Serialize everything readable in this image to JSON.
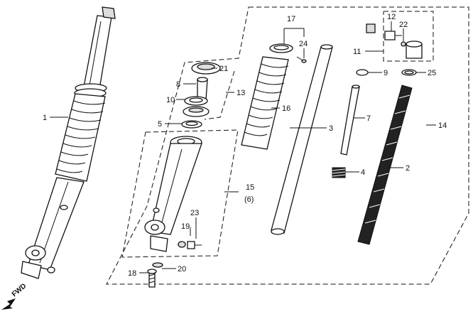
{
  "fwd_label": "FWD",
  "callouts": [
    {
      "id": "1",
      "text": "1"
    },
    {
      "id": "2",
      "text": "2"
    },
    {
      "id": "3",
      "text": "3"
    },
    {
      "id": "4",
      "text": "4"
    },
    {
      "id": "5",
      "text": "5"
    },
    {
      "id": "7",
      "text": "7"
    },
    {
      "id": "8",
      "text": "8"
    },
    {
      "id": "9",
      "text": "9"
    },
    {
      "id": "10",
      "text": "10"
    },
    {
      "id": "11",
      "text": "11"
    },
    {
      "id": "12",
      "text": "12"
    },
    {
      "id": "13",
      "text": "13"
    },
    {
      "id": "14",
      "text": "14"
    },
    {
      "id": "15",
      "text": "15"
    },
    {
      "id": "15b",
      "text": "(6)"
    },
    {
      "id": "16",
      "text": "16"
    },
    {
      "id": "17",
      "text": "17"
    },
    {
      "id": "18",
      "text": "18"
    },
    {
      "id": "19",
      "text": "19"
    },
    {
      "id": "20",
      "text": "20"
    },
    {
      "id": "21",
      "text": "21"
    },
    {
      "id": "22",
      "text": "22"
    },
    {
      "id": "23",
      "text": "23"
    },
    {
      "id": "24",
      "text": "24"
    },
    {
      "id": "25",
      "text": "25"
    }
  ]
}
